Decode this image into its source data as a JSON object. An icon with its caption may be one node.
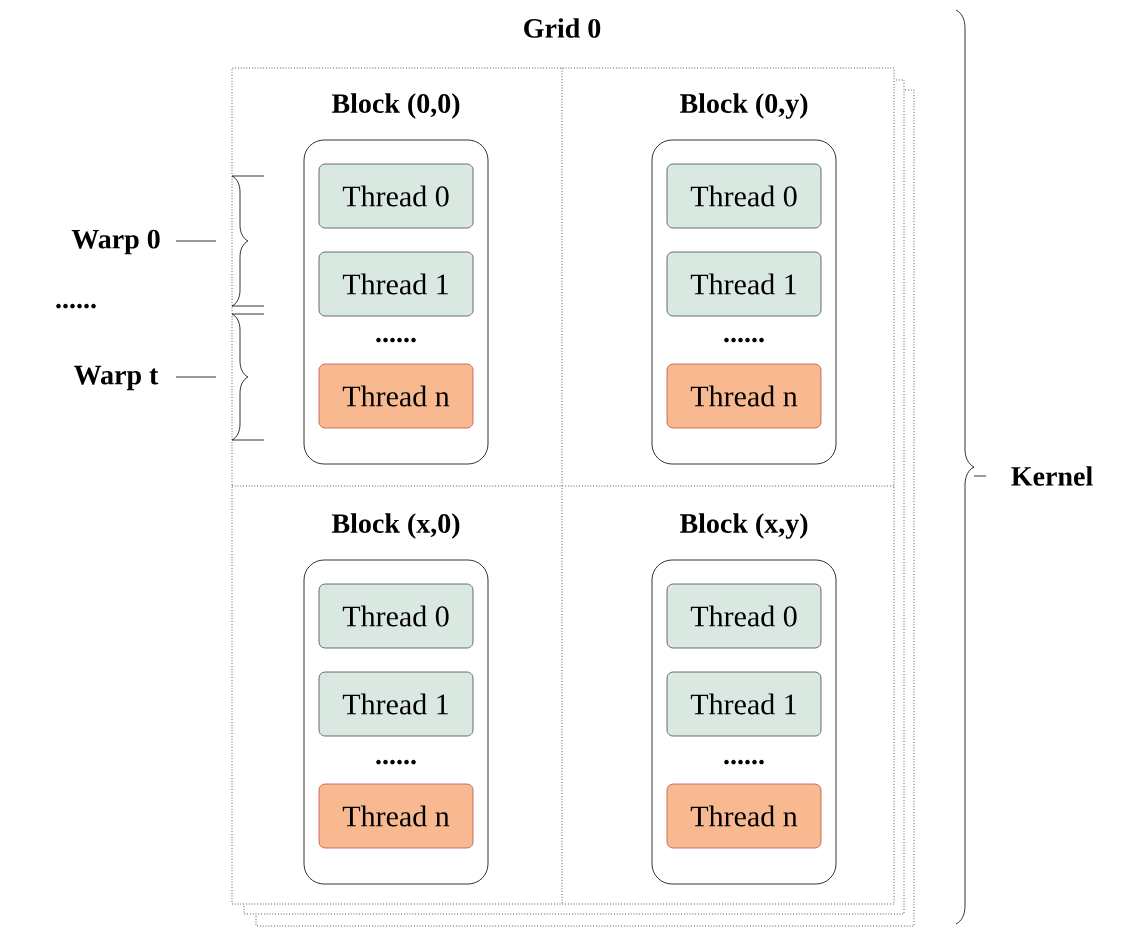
{
  "diagram": {
    "nodes": [
      {
        "text": [
          "Grid 0"
        ]
      },
      {
        "text": [
          "Block (0,0)"
        ],
        "in": 0
      },
      {
        "text": [
          "Thread 0"
        ],
        "in": 1
      },
      {
        "text": [
          "Thread 1"
        ],
        "in": 1
      },
      {
        "text": [
          "Thread n"
        ],
        "in": 1
      },
      {
        "text": [
          "Block (0,y)"
        ],
        "in": 0
      },
      {
        "text": [
          "Thread 0"
        ],
        "in": 5
      },
      {
        "text": [
          "Thread 1"
        ],
        "in": 5
      },
      {
        "text": [
          "Thread n"
        ],
        "in": 5
      },
      {
        "text": [
          "Block (x,0)"
        ],
        "in": 0
      },
      {
        "text": [
          "Thread 0"
        ],
        "in": 9
      },
      {
        "text": [
          "Thread 1"
        ],
        "in": 9
      },
      {
        "text": [
          "Thread n"
        ],
        "in": 9
      },
      {
        "text": [
          "Block (x,y)"
        ],
        "in": 0
      },
      {
        "text": [
          "Thread 0"
        ],
        "in": 13
      },
      {
        "text": [
          "Thread 1"
        ],
        "in": 13
      },
      {
        "text": [
          "Thread n"
        ],
        "in": 13
      }
    ],
    "edges": [],
    "labels": [
      "Warp 0",
      "......",
      "Warp t",
      "......",
      "......",
      "Kernel",
      "......",
      "......"
    ]
  }
}
